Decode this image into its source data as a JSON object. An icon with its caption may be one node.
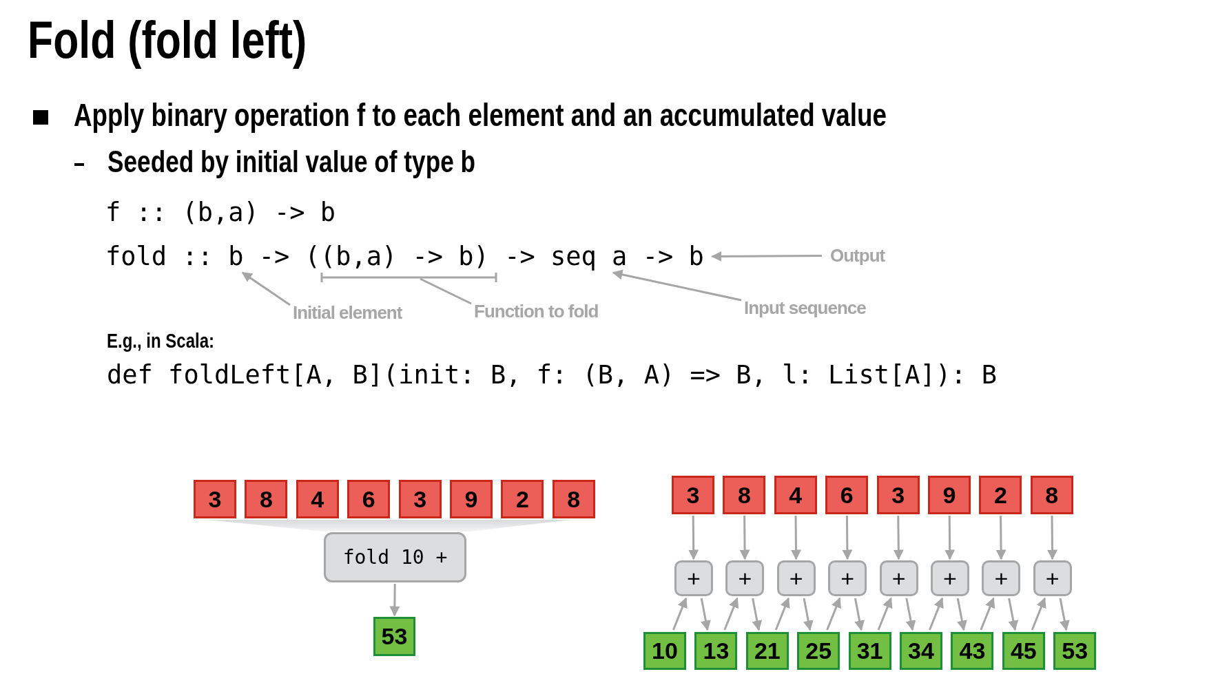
{
  "diagram": {
    "title": "Fold (fold left)",
    "nodes": [
      {
        "text": [
          "fold :: b -> ((b,a) -> b) -> seq a -> b"
        ]
      },
      {
        "text": [
          "Output"
        ]
      },
      {
        "text": [],
        "shape": "bracket"
      },
      {
        "text": [
          "Initial element"
        ]
      },
      {
        "text": [
          "Function to fold"
        ]
      },
      {
        "text": [
          "Input sequence"
        ]
      },
      {
        "text": [
          "3"
        ]
      },
      {
        "text": [
          "8"
        ]
      },
      {
        "text": [
          "4"
        ]
      },
      {
        "text": [
          "6"
        ]
      },
      {
        "text": [
          "3"
        ]
      },
      {
        "text": [
          "9"
        ]
      },
      {
        "text": [
          "2"
        ]
      },
      {
        "text": [
          "8"
        ]
      },
      {
        "text": [],
        "shape": "trapezoid"
      },
      {
        "text": [
          "3"
        ]
      },
      {
        "text": [
          "8"
        ]
      },
      {
        "text": [
          "4"
        ]
      },
      {
        "text": [
          "6"
        ]
      },
      {
        "text": [
          "3"
        ]
      },
      {
        "text": [
          "9"
        ]
      },
      {
        "text": [
          "2"
        ]
      },
      {
        "text": [
          "8"
        ]
      },
      {
        "text": [
          "fold 10 +"
        ]
      },
      {
        "text": [
          "+"
        ]
      },
      {
        "text": [
          "+"
        ]
      },
      {
        "text": [
          "+"
        ]
      },
      {
        "text": [
          "+"
        ]
      },
      {
        "text": [
          "+"
        ]
      },
      {
        "text": [
          "+"
        ]
      },
      {
        "text": [
          "+"
        ]
      },
      {
        "text": [
          "+"
        ]
      },
      {
        "text": [
          "53"
        ]
      },
      {
        "text": [
          "10"
        ]
      },
      {
        "text": [
          "13"
        ]
      },
      {
        "text": [
          "21"
        ]
      },
      {
        "text": [
          "25"
        ]
      },
      {
        "text": [
          "31"
        ]
      },
      {
        "text": [
          "34"
        ]
      },
      {
        "text": [
          "43"
        ]
      },
      {
        "text": [
          "45"
        ]
      },
      {
        "text": [
          "53"
        ]
      }
    ],
    "edges": [
      {
        "from": 1,
        "to": 0,
        "arrow": "to"
      },
      {
        "from": 3,
        "to": 0,
        "arrow": "to"
      },
      {
        "from": 4,
        "to": 2,
        "arrow": "none"
      },
      {
        "from": 5,
        "to": 0,
        "arrow": "to"
      },
      {
        "from": 23,
        "to": 32,
        "arrow": "to"
      },
      {
        "from": 15,
        "to": 24,
        "arrow": "to"
      },
      {
        "from": 16,
        "to": 25,
        "arrow": "to"
      },
      {
        "from": 17,
        "to": 26,
        "arrow": "to"
      },
      {
        "from": 18,
        "to": 27,
        "arrow": "to"
      },
      {
        "from": 19,
        "to": 28,
        "arrow": "to"
      },
      {
        "from": 20,
        "to": 29,
        "arrow": "to"
      },
      {
        "from": 21,
        "to": 30,
        "arrow": "to"
      },
      {
        "from": 22,
        "to": 31,
        "arrow": "to"
      },
      {
        "from": 33,
        "to": 24,
        "arrow": "to"
      },
      {
        "from": 24,
        "to": 34,
        "arrow": "to"
      },
      {
        "from": 34,
        "to": 25,
        "arrow": "to"
      },
      {
        "from": 25,
        "to": 35,
        "arrow": "to"
      },
      {
        "from": 35,
        "to": 26,
        "arrow": "to"
      },
      {
        "from": 26,
        "to": 36,
        "arrow": "to"
      },
      {
        "from": 36,
        "to": 27,
        "arrow": "to"
      },
      {
        "from": 27,
        "to": 37,
        "arrow": "to"
      },
      {
        "from": 37,
        "to": 28,
        "arrow": "to"
      },
      {
        "from": 28,
        "to": 38,
        "arrow": "to"
      },
      {
        "from": 38,
        "to": 29,
        "arrow": "to"
      },
      {
        "from": 29,
        "to": 39,
        "arrow": "to"
      },
      {
        "from": 39,
        "to": 30,
        "arrow": "to"
      },
      {
        "from": 30,
        "to": 40,
        "arrow": "to"
      },
      {
        "from": 40,
        "to": 31,
        "arrow": "to"
      },
      {
        "from": 31,
        "to": 41,
        "arrow": "to"
      }
    ],
    "labels": [
      "Apply binary operation f to each element and an accumulated value",
      "Seeded by initial value of type b",
      "f :: (b,a) -> b",
      "E.g., in Scala:",
      "def foldLeft[A, B](init: B, f: (B, A) => B, l: List[A]): B"
    ]
  }
}
